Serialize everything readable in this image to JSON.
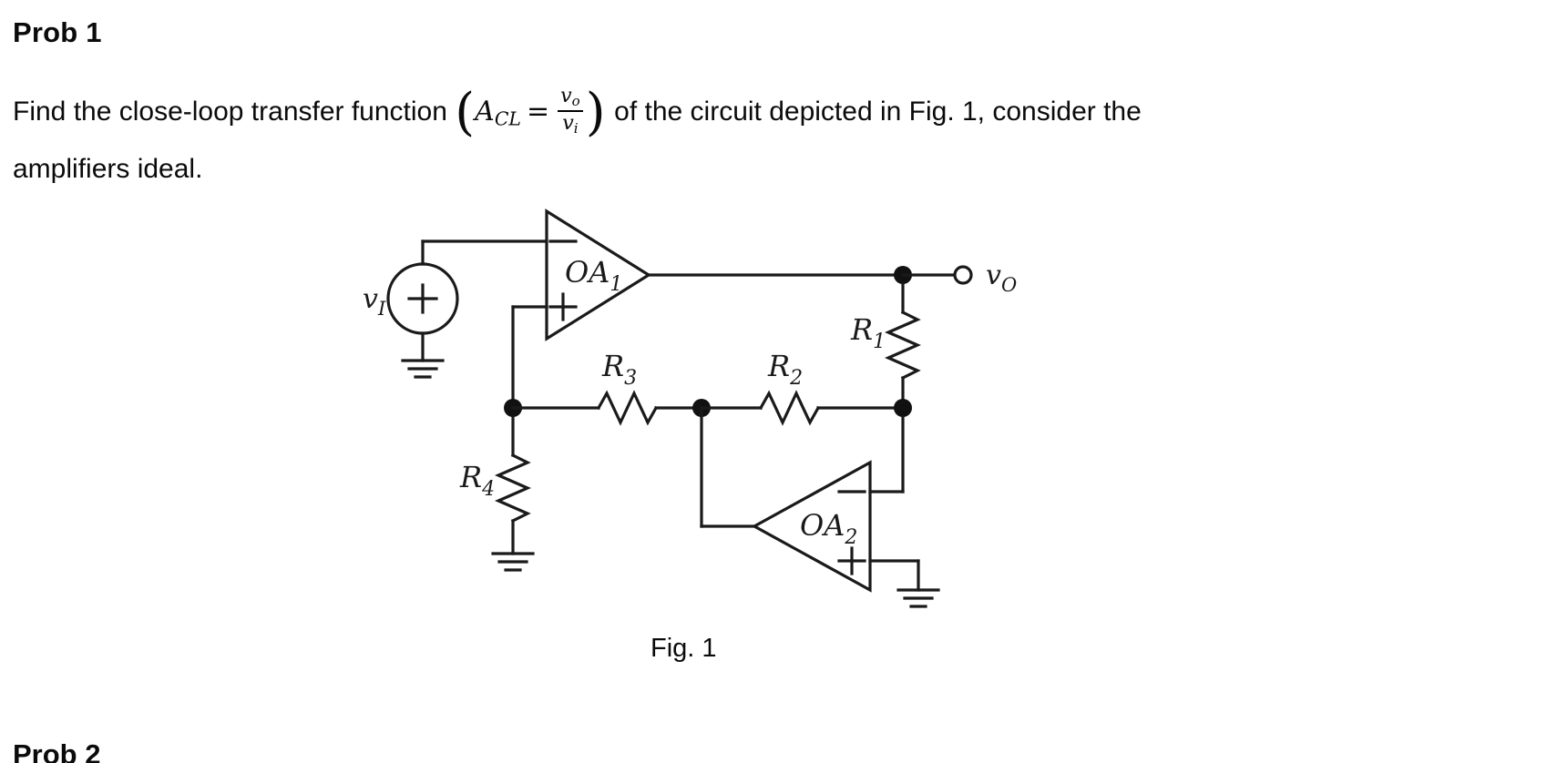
{
  "document": {
    "problem_title": "Prob 1",
    "statement_line1_pre": "Find the close-loop transfer function",
    "statement_line1_post": "of the circuit depicted in Fig. 1, consider the",
    "statement_line2": "amplifiers ideal.",
    "formula": {
      "symbol": "A",
      "symbol_sub": "CL",
      "equals": "=",
      "numerator": "v",
      "numerator_sub": "o",
      "denominator": "v",
      "denominator_sub": "i",
      "open_paren": "(",
      "close_paren": ")"
    },
    "figure_caption": "Fig. 1",
    "next_problem_partial": "Prob 2"
  },
  "circuit": {
    "title": "Fig. 1 two-op-amp feedback circuit",
    "source": {
      "label": "v",
      "label_sub": "I",
      "polarity": "+",
      "ground": "ground-symbol"
    },
    "opamps": [
      {
        "name": "OA",
        "name_sub": "1",
        "inverting_marker": "−",
        "noninverting_marker": "+",
        "orientation": "right"
      },
      {
        "name": "OA",
        "name_sub": "2",
        "inverting_marker": "−",
        "noninverting_marker": "+",
        "orientation": "left"
      }
    ],
    "resistors": [
      {
        "label": "R",
        "label_sub": "1",
        "orientation": "vertical"
      },
      {
        "label": "R",
        "label_sub": "2",
        "orientation": "horizontal"
      },
      {
        "label": "R",
        "label_sub": "3",
        "orientation": "horizontal"
      },
      {
        "label": "R",
        "label_sub": "4",
        "orientation": "vertical"
      }
    ],
    "output_terminal": {
      "label": "v",
      "label_sub": "O",
      "marker": "open-circle"
    },
    "colors": {
      "line": "#1a1a1a",
      "node": "#111111",
      "background": "#ffffff",
      "text": "#0b0b0b"
    }
  }
}
